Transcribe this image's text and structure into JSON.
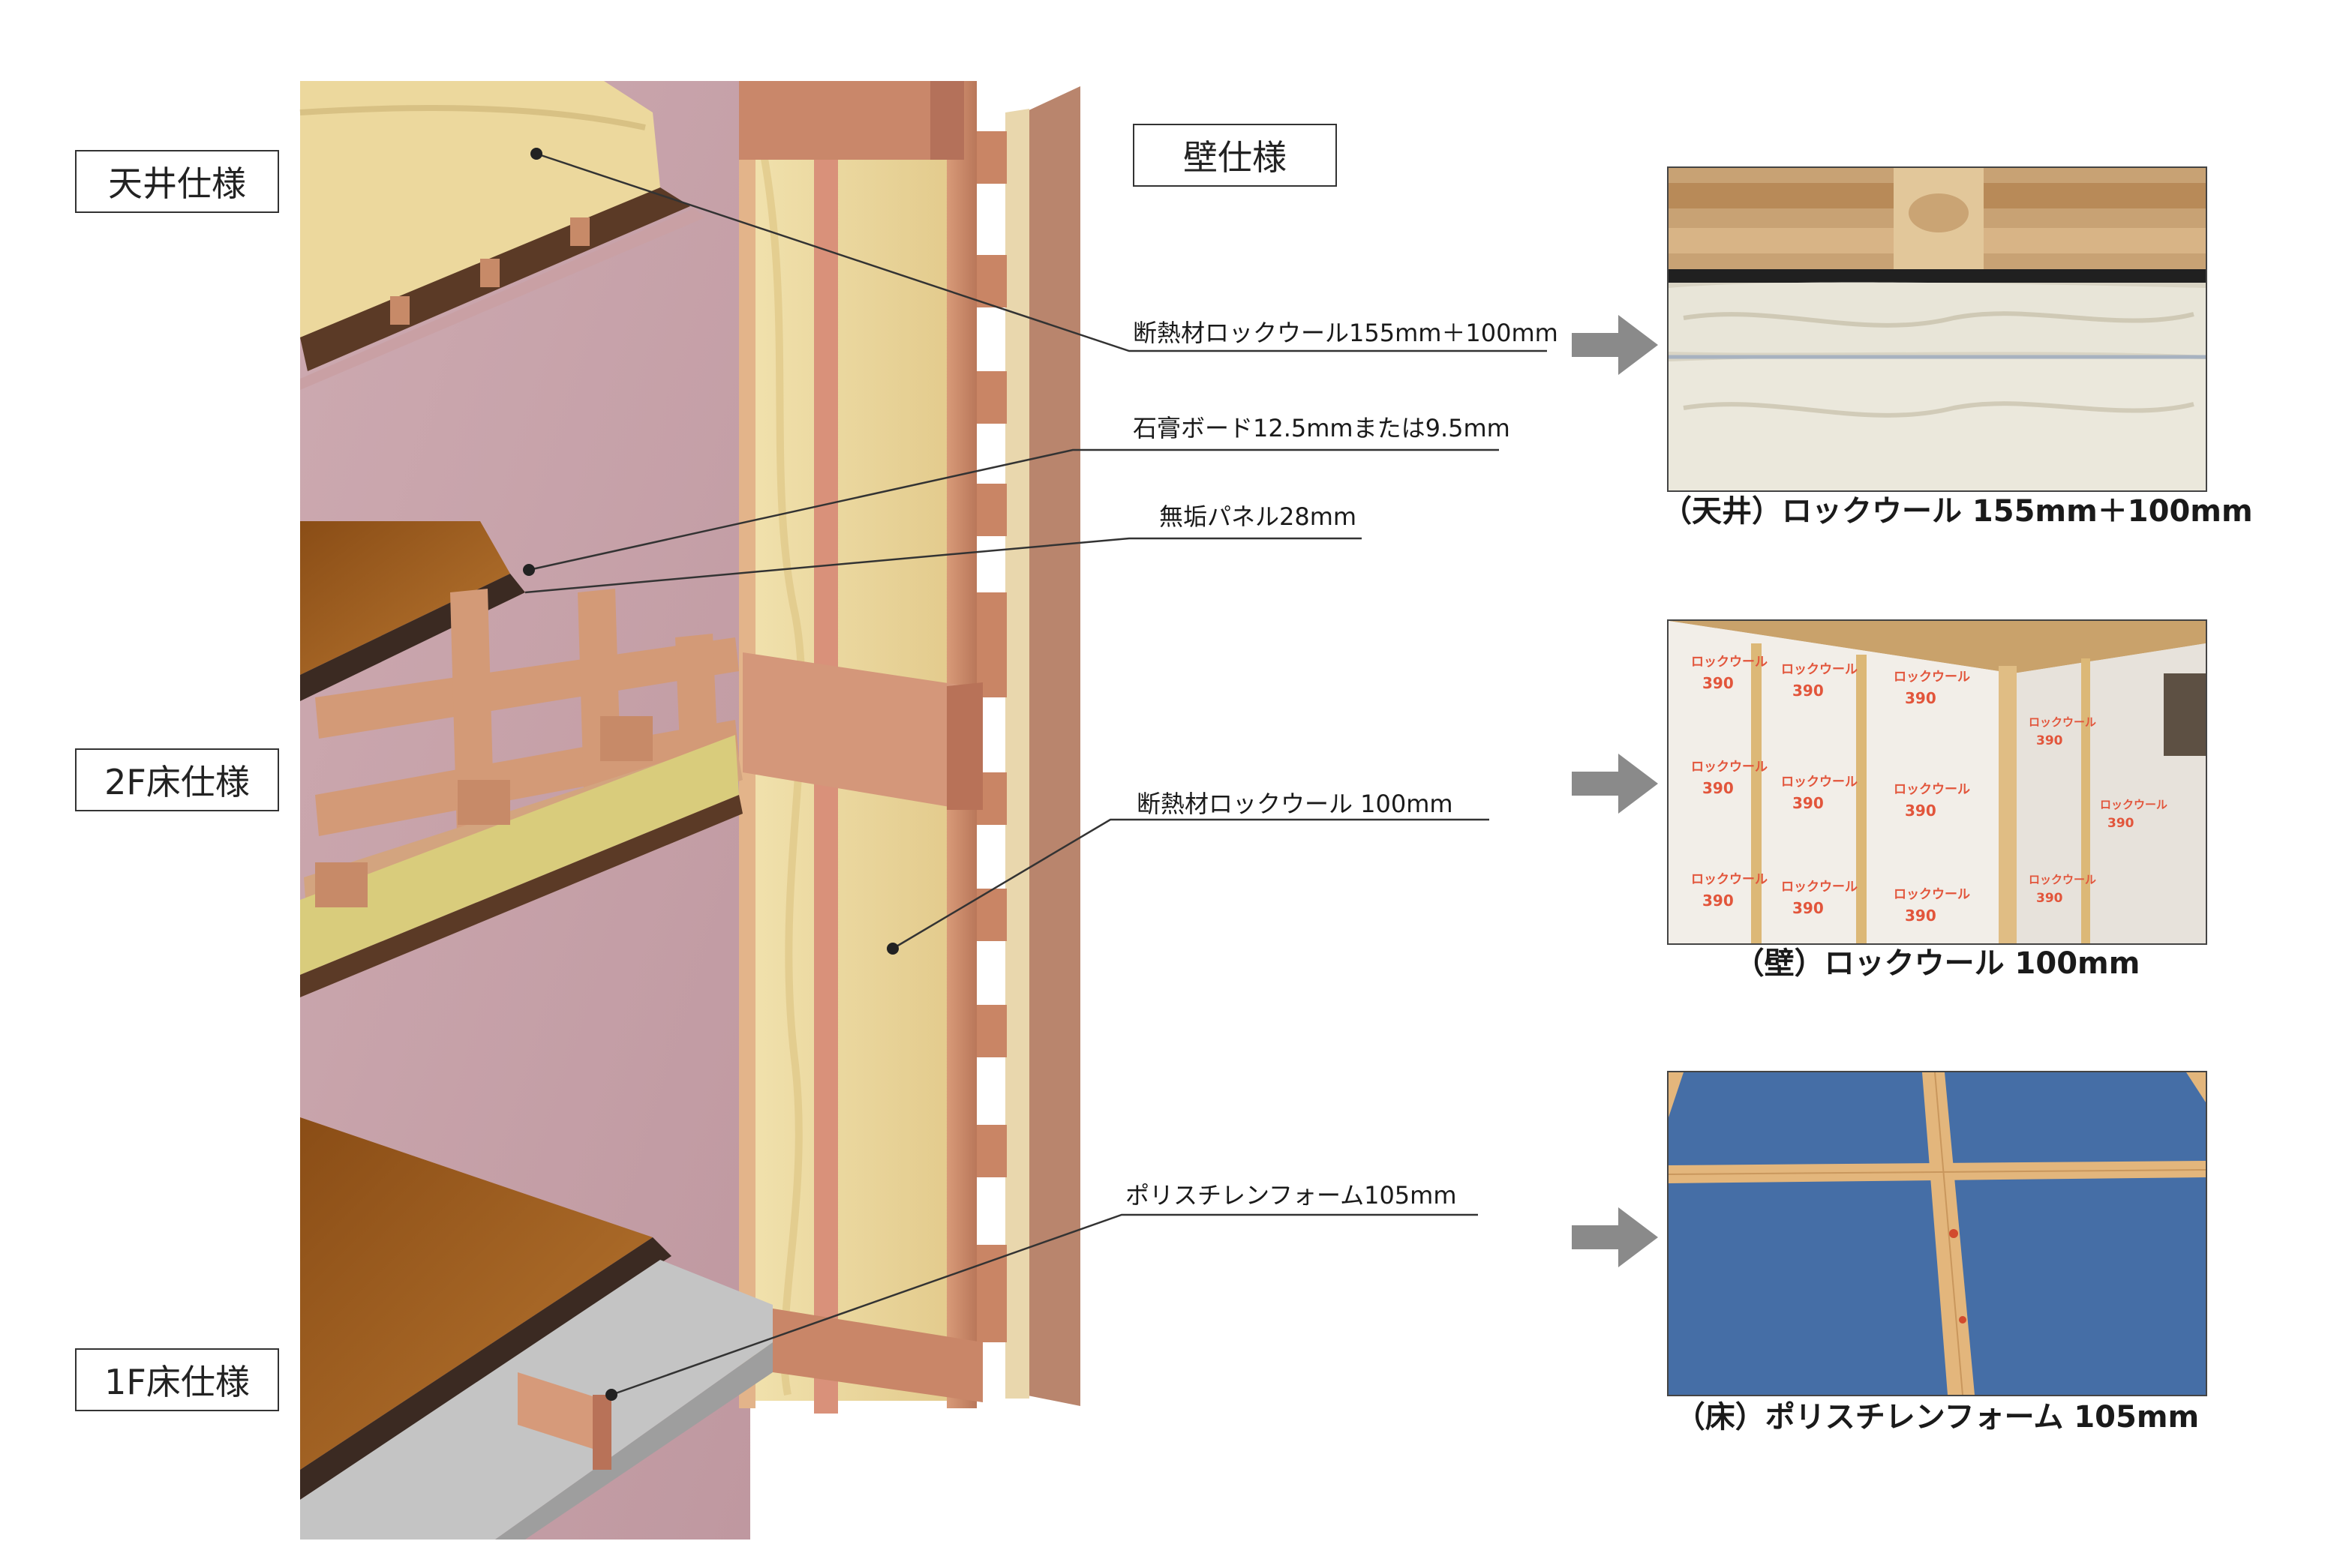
{
  "tags": {
    "ceiling": "天井仕様",
    "wall": "壁仕様",
    "floor2": "2F床仕様",
    "floor1": "1F床仕様"
  },
  "labels": {
    "ceiling_insulation": "断熱材ロックウール155mm＋100mm",
    "gypsum_board": "石膏ボード12.5mmまたは9.5mm",
    "panel": "無垢パネル28mm",
    "wall_insulation": "断熱材ロックウール 100mm",
    "polystyrene": "ポリスチレンフォーム105mm"
  },
  "captions": {
    "ceiling": "（天井）ロックウール 155mm＋100mm",
    "wall": "（壁）ロックウール 100mm",
    "floor": "（床）ポリスチレンフォーム 105mm"
  },
  "wall_photo_print": {
    "brand": "ロックウール",
    "grade": "390"
  },
  "colors": {
    "wall_pink": "#c9a4ab",
    "wood": "#c88a68",
    "insulation": "#ecd79c",
    "floor_wood": "#9a5a1e",
    "concrete": "#bdbdbd",
    "foam_blue": "#4a72a8",
    "arrow_gray": "#8a8a8a"
  }
}
